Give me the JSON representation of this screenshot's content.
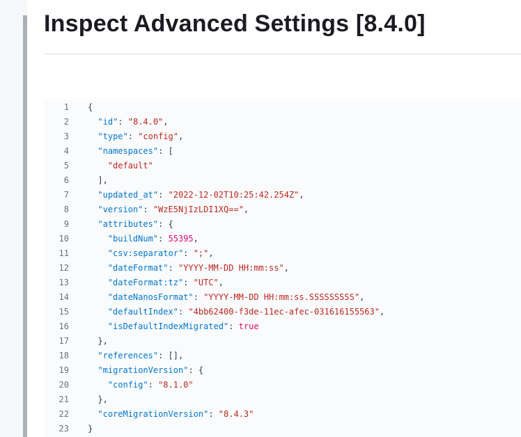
{
  "page": {
    "title": "Inspect Advanced Settings [8.4.0]"
  },
  "colors": {
    "key": "#0077cc",
    "string": "#bd271e",
    "number": "#dd0a73",
    "punctuation": "#343741",
    "line_number": "#69707d",
    "code_background": "#fafbfd"
  },
  "code": {
    "lines": [
      {
        "n": "1",
        "indent": 0,
        "tokens": [
          {
            "t": "p",
            "v": "{"
          }
        ]
      },
      {
        "n": "2",
        "indent": 1,
        "tokens": [
          {
            "t": "k",
            "v": "\"id\""
          },
          {
            "t": "p",
            "v": ": "
          },
          {
            "t": "s",
            "v": "\"8.4.0\""
          },
          {
            "t": "p",
            "v": ","
          }
        ]
      },
      {
        "n": "3",
        "indent": 1,
        "tokens": [
          {
            "t": "k",
            "v": "\"type\""
          },
          {
            "t": "p",
            "v": ": "
          },
          {
            "t": "s",
            "v": "\"config\""
          },
          {
            "t": "p",
            "v": ","
          }
        ]
      },
      {
        "n": "4",
        "indent": 1,
        "tokens": [
          {
            "t": "k",
            "v": "\"namespaces\""
          },
          {
            "t": "p",
            "v": ": ["
          }
        ]
      },
      {
        "n": "5",
        "indent": 2,
        "tokens": [
          {
            "t": "s",
            "v": "\"default\""
          }
        ]
      },
      {
        "n": "6",
        "indent": 1,
        "tokens": [
          {
            "t": "p",
            "v": "],"
          }
        ]
      },
      {
        "n": "7",
        "indent": 1,
        "tokens": [
          {
            "t": "k",
            "v": "\"updated_at\""
          },
          {
            "t": "p",
            "v": ": "
          },
          {
            "t": "s",
            "v": "\"2022-12-02T10:25:42.254Z\""
          },
          {
            "t": "p",
            "v": ","
          }
        ]
      },
      {
        "n": "8",
        "indent": 1,
        "tokens": [
          {
            "t": "k",
            "v": "\"version\""
          },
          {
            "t": "p",
            "v": ": "
          },
          {
            "t": "s",
            "v": "\"WzE5NjIzLDI1XQ==\""
          },
          {
            "t": "p",
            "v": ","
          }
        ]
      },
      {
        "n": "9",
        "indent": 1,
        "tokens": [
          {
            "t": "k",
            "v": "\"attributes\""
          },
          {
            "t": "p",
            "v": ": {"
          }
        ]
      },
      {
        "n": "10",
        "indent": 2,
        "tokens": [
          {
            "t": "k",
            "v": "\"buildNum\""
          },
          {
            "t": "p",
            "v": ": "
          },
          {
            "t": "n",
            "v": "55395"
          },
          {
            "t": "p",
            "v": ","
          }
        ]
      },
      {
        "n": "11",
        "indent": 2,
        "tokens": [
          {
            "t": "k",
            "v": "\"csv:separator\""
          },
          {
            "t": "p",
            "v": ": "
          },
          {
            "t": "s",
            "v": "\";\""
          },
          {
            "t": "p",
            "v": ","
          }
        ]
      },
      {
        "n": "12",
        "indent": 2,
        "tokens": [
          {
            "t": "k",
            "v": "\"dateFormat\""
          },
          {
            "t": "p",
            "v": ": "
          },
          {
            "t": "s",
            "v": "\"YYYY-MM-DD HH:mm:ss\""
          },
          {
            "t": "p",
            "v": ","
          }
        ]
      },
      {
        "n": "13",
        "indent": 2,
        "tokens": [
          {
            "t": "k",
            "v": "\"dateFormat:tz\""
          },
          {
            "t": "p",
            "v": ": "
          },
          {
            "t": "s",
            "v": "\"UTC\""
          },
          {
            "t": "p",
            "v": ","
          }
        ]
      },
      {
        "n": "14",
        "indent": 2,
        "tokens": [
          {
            "t": "k",
            "v": "\"dateNanosFormat\""
          },
          {
            "t": "p",
            "v": ": "
          },
          {
            "t": "s",
            "v": "\"YYYY-MM-DD HH:mm:ss.SSSSSSSSS\""
          },
          {
            "t": "p",
            "v": ","
          }
        ]
      },
      {
        "n": "15",
        "indent": 2,
        "tokens": [
          {
            "t": "k",
            "v": "\"defaultIndex\""
          },
          {
            "t": "p",
            "v": ": "
          },
          {
            "t": "s",
            "v": "\"4bb62400-f3de-11ec-afec-031616155563\""
          },
          {
            "t": "p",
            "v": ","
          }
        ]
      },
      {
        "n": "16",
        "indent": 2,
        "tokens": [
          {
            "t": "k",
            "v": "\"isDefaultIndexMigrated\""
          },
          {
            "t": "p",
            "v": ": "
          },
          {
            "t": "n",
            "v": "true"
          }
        ]
      },
      {
        "n": "17",
        "indent": 1,
        "tokens": [
          {
            "t": "p",
            "v": "},"
          }
        ]
      },
      {
        "n": "18",
        "indent": 1,
        "tokens": [
          {
            "t": "k",
            "v": "\"references\""
          },
          {
            "t": "p",
            "v": ": [],"
          }
        ]
      },
      {
        "n": "19",
        "indent": 1,
        "tokens": [
          {
            "t": "k",
            "v": "\"migrationVersion\""
          },
          {
            "t": "p",
            "v": ": {"
          }
        ]
      },
      {
        "n": "20",
        "indent": 2,
        "tokens": [
          {
            "t": "k",
            "v": "\"config\""
          },
          {
            "t": "p",
            "v": ": "
          },
          {
            "t": "s",
            "v": "\"8.1.0\""
          }
        ]
      },
      {
        "n": "21",
        "indent": 1,
        "tokens": [
          {
            "t": "p",
            "v": "},"
          }
        ]
      },
      {
        "n": "22",
        "indent": 1,
        "tokens": [
          {
            "t": "k",
            "v": "\"coreMigrationVersion\""
          },
          {
            "t": "p",
            "v": ": "
          },
          {
            "t": "s",
            "v": "\"8.4.3\""
          }
        ]
      },
      {
        "n": "23",
        "indent": 0,
        "tokens": [
          {
            "t": "p",
            "v": "}"
          }
        ]
      }
    ]
  }
}
